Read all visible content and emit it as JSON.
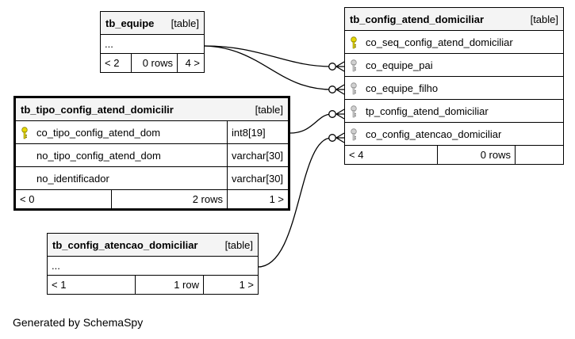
{
  "tables": {
    "tb_equipe": {
      "name": "tb_equipe",
      "tag": "[table]",
      "body": "...",
      "footer": {
        "left": "< 2",
        "mid": "0 rows",
        "right": "4 >"
      }
    },
    "tb_tipo_config_atend_domicilir": {
      "name": "tb_tipo_config_atend_domicilir",
      "tag": "[table]",
      "columns": [
        {
          "name": "co_tipo_config_atend_dom",
          "type": "int8[19]",
          "key": "primary"
        },
        {
          "name": "no_tipo_config_atend_dom",
          "type": "varchar[30]",
          "key": "none"
        },
        {
          "name": "no_identificador",
          "type": "varchar[30]",
          "key": "none"
        }
      ],
      "footer": {
        "left": "< 0",
        "mid": "2 rows",
        "right": "1 >"
      }
    },
    "tb_config_atencao_domiciliar": {
      "name": "tb_config_atencao_domiciliar",
      "tag": "[table]",
      "body": "...",
      "footer": {
        "left": "< 1",
        "mid": "1 row",
        "right": "1 >"
      }
    },
    "tb_config_atend_domiciliar": {
      "name": "tb_config_atend_domiciliar",
      "tag": "[table]",
      "columns": [
        {
          "name": "co_seq_config_atend_domiciliar",
          "key": "primary"
        },
        {
          "name": "co_equipe_pai",
          "key": "foreign"
        },
        {
          "name": "co_equipe_filho",
          "key": "foreign"
        },
        {
          "name": "tp_config_atend_domiciliar",
          "key": "foreign"
        },
        {
          "name": "co_config_atencao_domiciliar",
          "key": "foreign"
        }
      ],
      "footer": {
        "left": "< 4",
        "mid": "0 rows",
        "right": ""
      }
    }
  },
  "colors": {
    "primary_key": "#e6d800",
    "foreign_key": "#a8a8a8",
    "header_bg": "#f4f4f4"
  },
  "icons": {
    "primary_key": "key-icon",
    "foreign_key": "key-icon"
  },
  "generated_by": "Generated by SchemaSpy"
}
